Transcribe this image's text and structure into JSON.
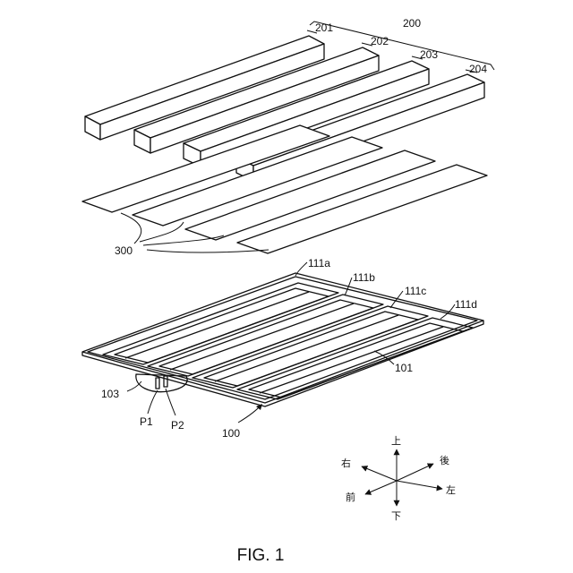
{
  "labels": {
    "group_200": "200",
    "bar_201": "201",
    "bar_202": "202",
    "bar_203": "203",
    "bar_204": "204",
    "sheets_300": "300",
    "area_111a": "111a",
    "area_111b": "111b",
    "area_111c": "111c",
    "area_111d": "111d",
    "frame_101": "101",
    "connector_103": "103",
    "terminal_p1": "P1",
    "terminal_p2": "P2",
    "base_100": "100"
  },
  "directions": {
    "up": "上",
    "down": "下",
    "right": "右",
    "left": "左",
    "back": "後",
    "front": "前"
  },
  "caption": "FIG. 1"
}
